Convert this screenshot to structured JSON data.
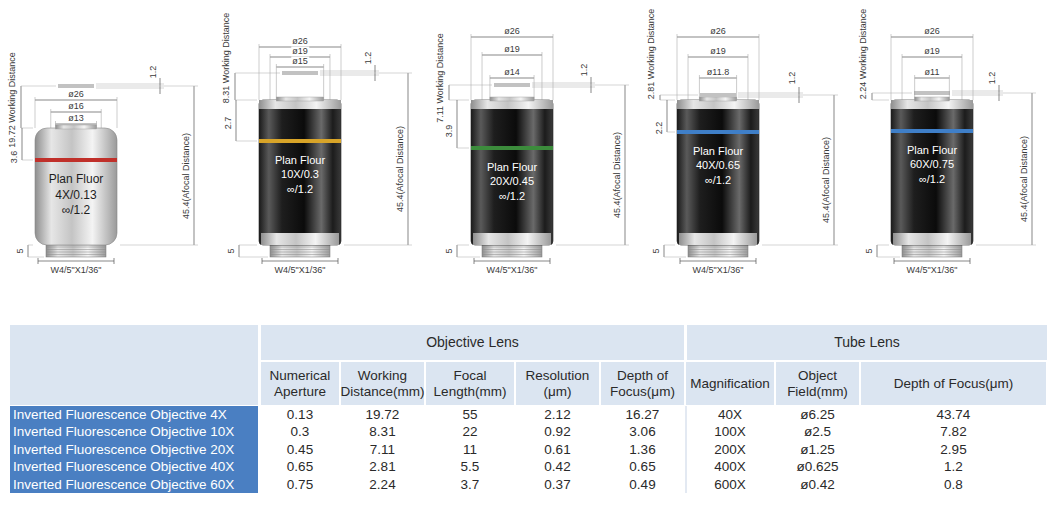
{
  "diagram": {
    "nodes": [
      {
        "text": [
          "Plan Fluor",
          "4X/0.13",
          "∞/1.2"
        ]
      },
      {
        "text": [
          "Plan Flour",
          "10X/0.3",
          "∞/1.2"
        ]
      },
      {
        "text": [
          "Plan Flour",
          "20X/0.45",
          "∞/1.2"
        ]
      },
      {
        "text": [
          "Plan Flour",
          "40X/0.65",
          "∞/1.2"
        ]
      },
      {
        "text": [
          "Plan Flour",
          "60X/0.75",
          "∞/1.2"
        ]
      }
    ],
    "labels": [
      "19.72 Working Distance",
      "ø26",
      "ø16",
      "ø13",
      "1.2",
      "3.6",
      "45.4(Afocal Distance)",
      "5",
      "W4/5\"X1/36\"",
      "8.31 Working Distance",
      "ø26",
      "ø19",
      "ø15",
      "1.2",
      "2.7",
      "45.4(Afocal Distance)",
      "5",
      "W4/5\"X1/36\"",
      "7.11 Working Distance",
      "ø26",
      "ø19",
      "ø14",
      "1.2",
      "3.9",
      "45.4(Afocal Distance)",
      "5",
      "W4/5\"X1/36\"",
      "2.81 Working Distance",
      "ø26",
      "ø19",
      "ø11.8",
      "1.2",
      "2.2",
      "45.4(Afocal Distance)",
      "5",
      "W4/5\"X1/36\"",
      "2.24 Working Distance",
      "ø26",
      "ø19",
      "ø11",
      "1.2",
      "45.4(Afocal Distance)",
      "5",
      "W4/5\"X1/36\"",
      "Objective Lens",
      "Tube Lens",
      "Numerical Aperture",
      "Working Distance(mm)",
      "Focal Length(mm)",
      "Resolution (μm)",
      "Depth of Focus(μm)",
      "Magnification",
      "Object Field(mm)",
      "Depth of Focus(μm)",
      "Inverted Fluorescence Objective 4X",
      "0.13",
      "19.72",
      "55",
      "2.12",
      "16.27",
      "40X",
      "ø6.25",
      "43.74",
      "Inverted Fluorescence Objective 10X",
      "0.3",
      "8.31",
      "22",
      "0.92",
      "3.06",
      "100X",
      "ø2.5",
      "7.82",
      "Inverted Fluorescence Objective 20X",
      "0.45",
      "7.11",
      "11",
      "0.61",
      "1.36",
      "200X",
      "ø1.25",
      "2.95",
      "Inverted Fluorescence Objective 40X",
      "0.65",
      "2.81",
      "5.5",
      "0.42",
      "0.65",
      "400X",
      "ø0.625",
      "1.2",
      "Inverted Fluorescence Objective 60X",
      "0.75",
      "2.24",
      "3.7",
      "0.37",
      "0.49",
      "600X",
      "ø0.42",
      "0.8"
    ]
  }
}
